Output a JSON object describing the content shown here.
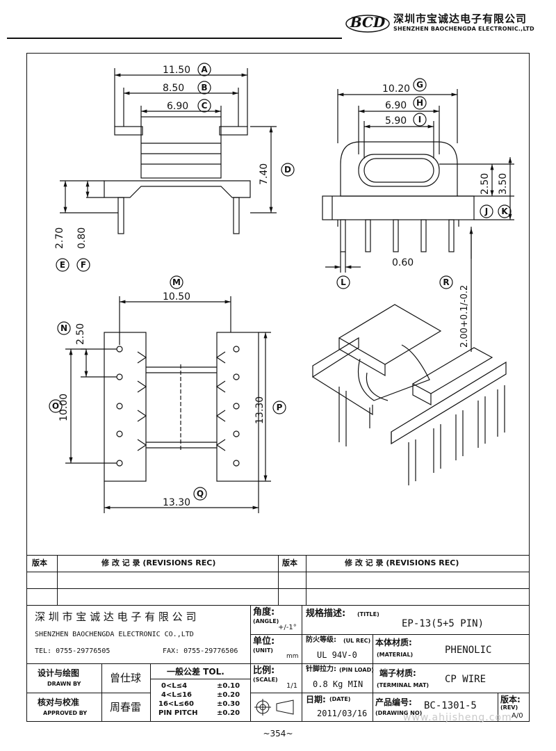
{
  "header": {
    "logo_text": "BCD",
    "company_cn": "深圳市宝诚达电子有限公司",
    "company_en": "SHENZHEN BAOCHENGDA ELECTRONIC.,LTD"
  },
  "dims": {
    "A": {
      "value": "11.50",
      "tag": "A"
    },
    "B": {
      "value": "8.50",
      "tag": "B"
    },
    "C": {
      "value": "6.90",
      "tag": "C"
    },
    "D": {
      "value": "7.40",
      "tag": "D"
    },
    "E": {
      "value": "2.70",
      "tag": "E"
    },
    "F": {
      "value": "0.80",
      "tag": "F"
    },
    "G": {
      "value": "10.20",
      "tag": "G"
    },
    "H": {
      "value": "6.90",
      "tag": "H"
    },
    "I": {
      "value": "5.90",
      "tag": "I"
    },
    "J": {
      "value": "2.50",
      "tag": "J"
    },
    "K": {
      "value": "3.50",
      "tag": "K"
    },
    "L": {
      "value": "0.60",
      "tag": "L"
    },
    "R": {
      "value": "2.00+0.1/-0.2",
      "tag": "R"
    },
    "M": {
      "value": "10.50",
      "tag": "M"
    },
    "N": {
      "value": "2.50",
      "tag": "N"
    },
    "O": {
      "value": "10.00",
      "tag": "O"
    },
    "P": {
      "value": "13.30",
      "tag": "P"
    },
    "Q": {
      "value": "13.30",
      "tag": "Q"
    }
  },
  "revisions": {
    "col_version": "版本",
    "col_record": "修 改 记 录 (REVISIONS REC)"
  },
  "title_block": {
    "company_cn": "深 圳 市 宝 诚 达 电 子 有 限 公 司",
    "company_en": "SHENZHEN BAOCHENGDA ELECTRONIC CO.,LTD",
    "tel": "TEL: 0755-29776505",
    "fax": "FAX: 0755-29776506",
    "angle_label": "角度:",
    "angle_label_en": "(ANGLE)",
    "angle_value": "+/-1°",
    "unit_label": "单位:",
    "unit_label_en": "(UNIT)",
    "unit_value": "mm",
    "scale_label": "比例:",
    "scale_label_en": "(SCALE)",
    "scale_value": "1/1",
    "title_label": "规格描述:",
    "title_label_en": "(TITLE)",
    "title_value": "EP-13(5+5 PIN)",
    "ul_label": "防火等级:",
    "ul_label_en": "(UL REC)",
    "ul_value": "UL 94V-0",
    "material_label": "本体材质:",
    "material_label_en": "(MATERIAL)",
    "material_value": "PHENOLIC",
    "pinload_label": "针脚拉力:",
    "pinload_label_en": "(PIN LOAD)",
    "pinload_value": "0.8 Kg MIN",
    "terminal_label": "端子材质:",
    "terminal_label_en": "(TERMINAL MAT)",
    "terminal_value": "CP WIRE",
    "date_label": "日期:",
    "date_label_en": "(DATE)",
    "date_value": "2011/03/16",
    "drawing_no_label": "产品编号:",
    "drawing_no_label_en": "(DRAWING NO)",
    "drawing_no_value": "BC-1301-5",
    "rev_label": "版本:",
    "rev_label_en": "(REV)",
    "rev_value": "A/0",
    "drawn_label": "设计与绘图",
    "drawn_label_en": "DRAWN BY",
    "drawn_value": "曾仕球",
    "approved_label": "核对与校准",
    "approved_label_en": "APPROVED BY",
    "approved_value": "周春雷",
    "tol_title": "一般公差 TOL.",
    "tol_rows": [
      {
        "range": "0<L≤4",
        "value": "±0.10"
      },
      {
        "range": "4<L≤16",
        "value": "±0.20"
      },
      {
        "range": "16<L≤60",
        "value": "±0.30"
      },
      {
        "range": "PIN PITCH",
        "value": "±0.20"
      }
    ]
  },
  "page_number": "~354~",
  "watermark": "www.ahjisheng.com"
}
